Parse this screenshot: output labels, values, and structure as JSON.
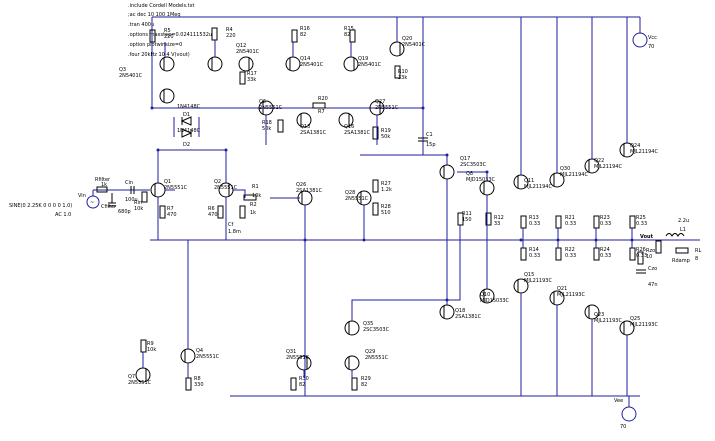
{
  "directives": [
    ".include Cordell Models.txt",
    ";ac dec 10 100 1Meg",
    ".tran 400u",
    ".options maxstep=0.024111532u",
    ".option plotwinsize=0",
    ".four 20kHz 10 4 V(vout)"
  ],
  "labels": {
    "source_sine": "SINE(0 2.25K 0 0 0 0 1.0)",
    "source_ac": "AC 1.0",
    "vin": "Vin",
    "rfilter": "Rfilter",
    "rfilter_v": "1k",
    "cfilter": "Cfilter",
    "cfilter_v": "680p",
    "cin": "Cin",
    "cin_v": "100u",
    "rin": "Rin",
    "rin_v": "10k",
    "vcc": "Vcc",
    "vcc_v": "70",
    "vee": "Vee",
    "vee_v": "70",
    "vout": "Vout",
    "l1": "L1",
    "l1_v": "2.2u",
    "rl": "RL",
    "rl_v": "8",
    "rdamp": "Rdamp",
    "rzo": "Rzo",
    "rzo_v": "10",
    "czo": "Czo",
    "czo_v": "47n",
    "c1": "C1",
    "c1_v": "15p",
    "r1": "R1",
    "r1_v": "10k",
    "r2": "R2",
    "r2_v": "1k",
    "r7": "R7",
    "r20": "R20"
  },
  "components": [
    {
      "id": "q1",
      "name": "Q1",
      "model": "2N5551C"
    },
    {
      "id": "q2",
      "name": "Q2",
      "model": "2N5551C"
    },
    {
      "id": "q3",
      "name": "Q3",
      "model": "2N5401C"
    },
    {
      "id": "q4",
      "name": "Q4",
      "model": "2N5551C"
    },
    {
      "id": "q7",
      "name": "Q7",
      "model": "2N5551C"
    },
    {
      "id": "q6",
      "name": "Q6",
      "model": "2N5551C"
    },
    {
      "id": "q12",
      "name": "Q12",
      "model": "2N5401C"
    },
    {
      "id": "q14",
      "name": "Q14",
      "model": "2N5401C"
    },
    {
      "id": "q13",
      "name": "Q13",
      "model": "2SA1381C"
    },
    {
      "id": "q16",
      "name": "Q16",
      "model": "2SA1381C"
    },
    {
      "id": "q19",
      "name": "Q19",
      "model": "2N5401C"
    },
    {
      "id": "q20",
      "name": "Q20",
      "model": "2N5401C"
    },
    {
      "id": "q27",
      "name": "Q27",
      "model": "2N5551C"
    },
    {
      "id": "q26",
      "name": "Q26",
      "model": "2SA1381C"
    },
    {
      "id": "q28",
      "name": "Q28",
      "model": "2N5551C"
    },
    {
      "id": "q17",
      "name": "Q17",
      "model": "2SC3503C"
    },
    {
      "id": "q8",
      "name": "Q8",
      "model": "MJD15033C"
    },
    {
      "id": "q11",
      "name": "Q11",
      "model": "MJL21194C"
    },
    {
      "id": "q30",
      "name": "Q30",
      "model": "MJL21194C"
    },
    {
      "id": "q22",
      "name": "Q22",
      "model": "MJL21194C"
    },
    {
      "id": "q24",
      "name": "Q24",
      "model": "MJL21194C"
    },
    {
      "id": "q15",
      "name": "Q15",
      "model": "MJL21193C"
    },
    {
      "id": "q21",
      "name": "Q21",
      "model": "MJL21193C"
    },
    {
      "id": "q23",
      "name": "Q23",
      "model": "MJL21193C"
    },
    {
      "id": "q25",
      "name": "Q25",
      "model": "MJL21193C"
    },
    {
      "id": "q18",
      "name": "Q18",
      "model": "2SA1381C"
    },
    {
      "id": "q10",
      "name": "Q10",
      "model": "MJD15033C"
    },
    {
      "id": "q35",
      "name": "Q35",
      "model": "2SC3503C"
    },
    {
      "id": "q31",
      "name": "Q31",
      "model": "2N5551C"
    },
    {
      "id": "q29",
      "name": "Q29",
      "model": "2N5551C"
    }
  ],
  "resistors": [
    {
      "id": "r5",
      "name": "R5",
      "value": "220"
    },
    {
      "id": "r4",
      "name": "R4",
      "value": "220"
    },
    {
      "id": "r17",
      "name": "R17",
      "value": "33k"
    },
    {
      "id": "r16",
      "name": "R16",
      "value": "82"
    },
    {
      "id": "r15",
      "name": "R15",
      "value": "82"
    },
    {
      "id": "r10",
      "name": "R10",
      "value": "33k"
    },
    {
      "id": "r18",
      "name": "R18",
      "value": "50k"
    },
    {
      "id": "r19",
      "name": "R19",
      "value": "50k"
    },
    {
      "id": "r7b",
      "name": "R7",
      "value": "470"
    },
    {
      "id": "r6",
      "name": "R6",
      "value": "470"
    },
    {
      "id": "r9",
      "name": "R9",
      "value": "10k"
    },
    {
      "id": "r8",
      "name": "R8",
      "value": "330"
    },
    {
      "id": "r27",
      "name": "R27",
      "value": "1.2k"
    },
    {
      "id": "r28",
      "name": "R28",
      "value": "510"
    },
    {
      "id": "r11",
      "name": "R11",
      "value": "150"
    },
    {
      "id": "r12",
      "name": "R12",
      "value": "33"
    },
    {
      "id": "r13",
      "name": "R13",
      "value": "0.33"
    },
    {
      "id": "r14",
      "name": "R14",
      "value": "0.33"
    },
    {
      "id": "r21",
      "name": "R21",
      "value": "0.33"
    },
    {
      "id": "r22",
      "name": "R22",
      "value": "0.33"
    },
    {
      "id": "r23",
      "name": "R23",
      "value": "0.33"
    },
    {
      "id": "r24",
      "name": "R24",
      "value": "0.33"
    },
    {
      "id": "r25",
      "name": "R25",
      "value": "0.33"
    },
    {
      "id": "r26",
      "name": "R26",
      "value": "0.33"
    },
    {
      "id": "r30",
      "name": "R30",
      "value": "82"
    },
    {
      "id": "r29",
      "name": "R29",
      "value": "82"
    }
  ],
  "diodes": [
    {
      "id": "d1",
      "name": "D1",
      "model": "1N4148C"
    },
    {
      "id": "d2",
      "name": "D2",
      "model": "1N4148C"
    }
  ],
  "caps": [
    {
      "id": "cf",
      "name": "Cf",
      "value": "1.8m"
    }
  ]
}
